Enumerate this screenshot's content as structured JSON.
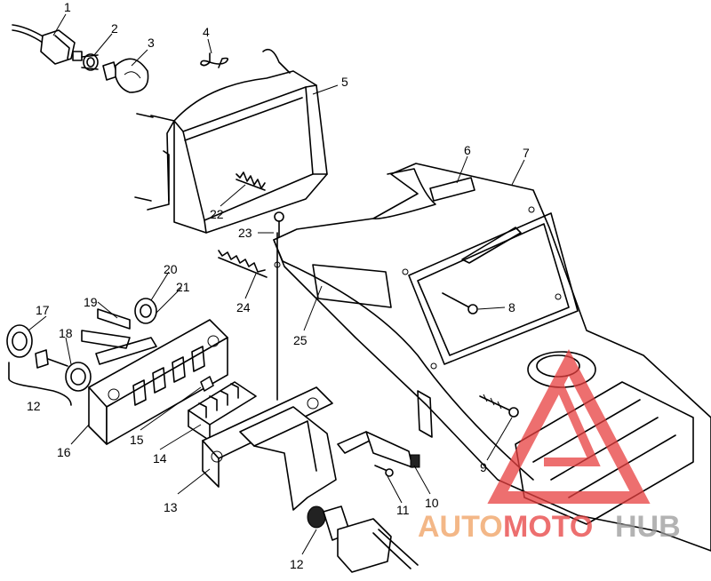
{
  "callouts": [
    {
      "num": "1"
    },
    {
      "num": "2"
    },
    {
      "num": "3"
    },
    {
      "num": "4"
    },
    {
      "num": "5"
    },
    {
      "num": "6"
    },
    {
      "num": "7"
    },
    {
      "num": "8"
    },
    {
      "num": "9"
    },
    {
      "num": "10"
    },
    {
      "num": "11"
    },
    {
      "num": "12"
    },
    {
      "num": "13"
    },
    {
      "num": "14"
    },
    {
      "num": "15"
    },
    {
      "num": "16"
    },
    {
      "num": "17"
    },
    {
      "num": "18"
    },
    {
      "num": "19"
    },
    {
      "num": "20"
    },
    {
      "num": "21"
    },
    {
      "num": "22"
    },
    {
      "num": "23"
    },
    {
      "num": "24"
    },
    {
      "num": "25"
    },
    {
      "num": "12"
    }
  ],
  "watermark": {
    "part1": "AUTO",
    "part2": "MOTO",
    "part3": "HUB",
    "color_orange": "#f0a060",
    "color_red": "#e84040",
    "color_gray": "#9a9a9a"
  }
}
